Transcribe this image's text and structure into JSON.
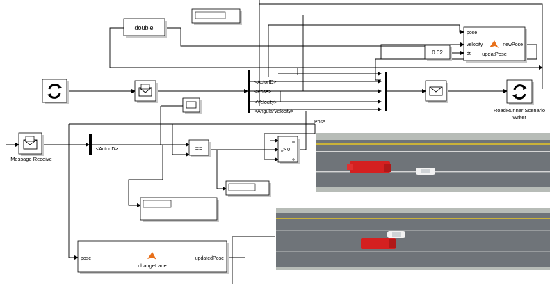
{
  "blocks": {
    "data_type_conversion": {
      "label": "double"
    },
    "message_receive": {
      "label": "Message Receive"
    },
    "bus_selector_top": {
      "ports": [
        "<ActorID>",
        "<Pose>",
        "<Velocity>",
        "<AngularVelocity>"
      ]
    },
    "bus_selector_small": {
      "ports": [
        "<ActorID>"
      ]
    },
    "compare": {
      "label": "=="
    },
    "switch": {
      "label": "> 0"
    },
    "update_pose": {
      "name": "updatPose",
      "inputs": [
        "pose",
        "velocity",
        "dt"
      ],
      "outputs": [
        "newPose"
      ]
    },
    "dt_constant": {
      "value": "0.02"
    },
    "change_lane": {
      "name": "changeLane",
      "inputs": [
        "pose"
      ],
      "outputs": [
        "updatedPose"
      ]
    },
    "roadrunner_writer": {
      "label_line1": "RoadRunner Scenario",
      "label_line2": "Writer"
    },
    "signal_label_pose": {
      "label": "Pose"
    }
  },
  "colors": {
    "line": "#000000",
    "block_fill": "#ffffff",
    "matlab_icon": "#e8701a",
    "car": "#d42020",
    "road": "#6f7479",
    "lane_marking": "#c9b23a"
  },
  "icons": [
    "roadrunner-reader-icon",
    "message-envelope-icon",
    "scope-display-icon",
    "roadrunner-writer-icon",
    "matlab-function-icon",
    "red-fire-truck",
    "white-car"
  ]
}
